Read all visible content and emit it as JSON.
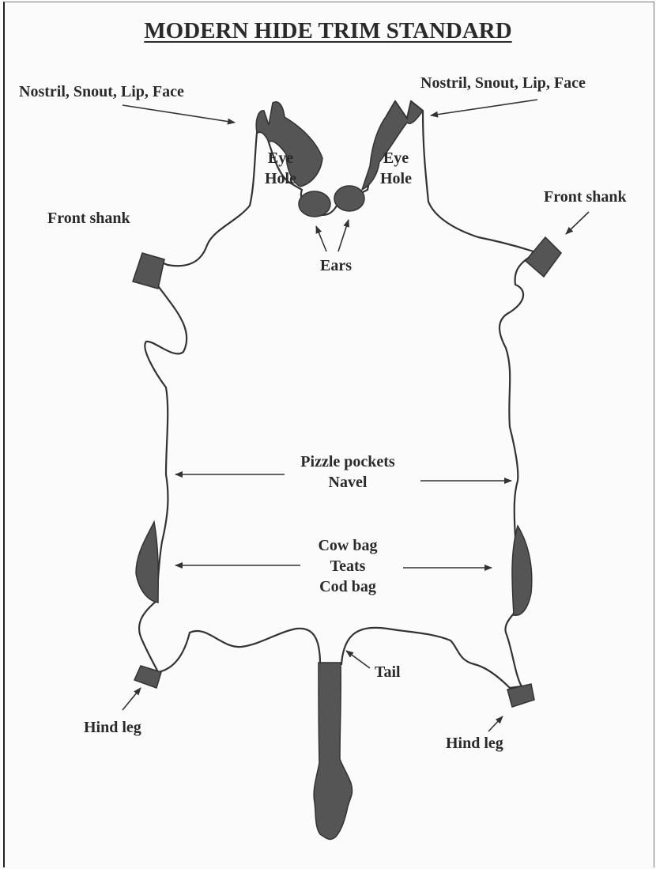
{
  "title": "MODERN HIDE TRIM STANDARD",
  "labels": {
    "face_left": "Nostril, Snout, Lip, Face",
    "face_right": "Nostril, Snout, Lip, Face",
    "eye_left_1": "Eye",
    "eye_left_2": "Hole",
    "eye_right_1": "Eye",
    "eye_right_2": "Hole",
    "ears": "Ears",
    "front_shank_left": "Front shank",
    "front_shank_right": "Front shank",
    "pizzle_1": "Pizzle pockets",
    "pizzle_2": "Navel",
    "bag_1": "Cow bag",
    "bag_2": "Teats",
    "bag_3": "Cod bag",
    "tail": "Tail",
    "hind_left": "Hind leg",
    "hind_right": "Hind leg"
  },
  "colors": {
    "trim": "#555555",
    "outline": "#333333",
    "text": "#2a2a2a"
  }
}
